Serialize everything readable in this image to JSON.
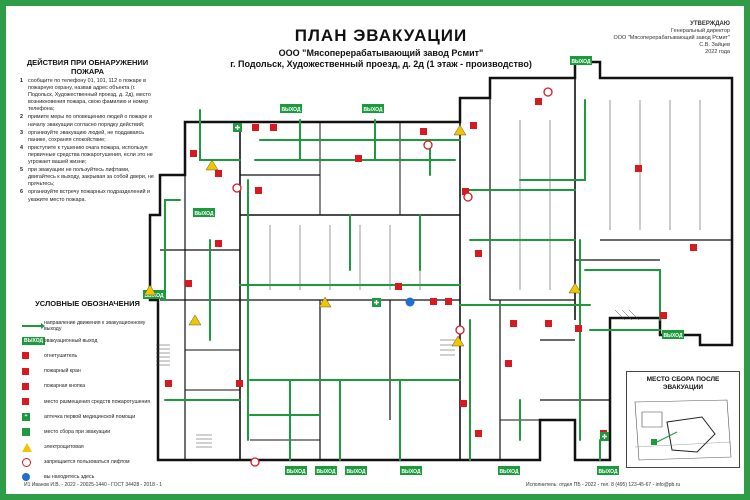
{
  "header": {
    "title": "ПЛАН ЭВАКУАЦИИ",
    "company": "ООО \"Мясоперерабатывающий завод Рсмит\"",
    "address": "г. Подольск, Художественный проезд, д. 2д (1 этаж - производство)"
  },
  "approval": {
    "heading": "УТВЕРЖДАЮ",
    "line1": "Генеральный директор",
    "line2": "ООО \"Мясоперерабатывающий завод Рсмит\"",
    "line3": "С.В. Зайцев",
    "line4": "2022 года"
  },
  "actions": {
    "title": "ДЕЙСТВИЯ ПРИ ОБНАРУЖЕНИИ ПОЖАРА",
    "steps": [
      {
        "n": "1",
        "text": "сообщите по телефону 01, 101, 112 о пожаре в пожарную охрану, назвав адрес объекта (г. Подольск, Художественный проезд, д. 2д), место возникновения пожара, свою фамилию и номер телефона;"
      },
      {
        "n": "2",
        "text": "примите меры по оповещению людей о пожаре и началу эвакуации согласно порядку действий;"
      },
      {
        "n": "3",
        "text": "организуйте эвакуацию людей, не поддаваясь панике, сохраняя спокойствие;"
      },
      {
        "n": "4",
        "text": "приступите к тушению очага пожара, используя первичные средства пожаротушения, если это не угрожает вашей жизни;"
      },
      {
        "n": "5",
        "text": "при эвакуации не пользуйтесь лифтами, двигайтесь к выходу, закрывая за собой двери, не прячьтесь;"
      },
      {
        "n": "6",
        "text": "организуйте встречу пожарных подразделений и укажите место пожара."
      }
    ]
  },
  "legend": {
    "title": "УСЛОВНЫЕ ОБОЗНАЧЕНИЯ",
    "items": [
      {
        "sym": "arrow",
        "text": "направление движения к эвакуационному выходу"
      },
      {
        "sym": "exit",
        "label": "ВЫХОД",
        "text": "эвакуационный выход"
      },
      {
        "sym": "red",
        "label": "",
        "text": "огнетушитель"
      },
      {
        "sym": "red",
        "label": "",
        "text": "пожарный кран"
      },
      {
        "sym": "red",
        "label": "",
        "text": "пожарная кнопка"
      },
      {
        "sym": "red",
        "label": "",
        "text": "место размещения средств пожаротушения"
      },
      {
        "sym": "green",
        "label": "+",
        "text": "аптечка первой медицинской помощи"
      },
      {
        "sym": "green",
        "label": "",
        "text": "место сбора при эвакуации"
      },
      {
        "sym": "tri",
        "text": "электрощитовая"
      },
      {
        "sym": "prohib",
        "text": "запрещается пользоваться лифтом"
      },
      {
        "sym": "circle",
        "text": "вы находитесь здесь"
      }
    ]
  },
  "exits": {
    "label": "ВЫХОД"
  },
  "assembly": {
    "title": "МЕСТО СБОРА ПОСЛЕ ЭВАКУАЦИИ"
  },
  "footer": {
    "left": "И1 Иванов И.В. - 2022 - 20025-1440 - ГОСТ 34428 - 2018 - 1",
    "right": "Исполнитель: отдел ПБ - 2022 - тел. 8 (495) 123-45-67 - info@pb.ru"
  },
  "colors": {
    "border": "#2f9d47",
    "route": "#1e9a3e",
    "wall": "#111111",
    "extinguisher": "#d71920",
    "warning": "#f2c500",
    "you_are_here": "#1e6fd0"
  }
}
